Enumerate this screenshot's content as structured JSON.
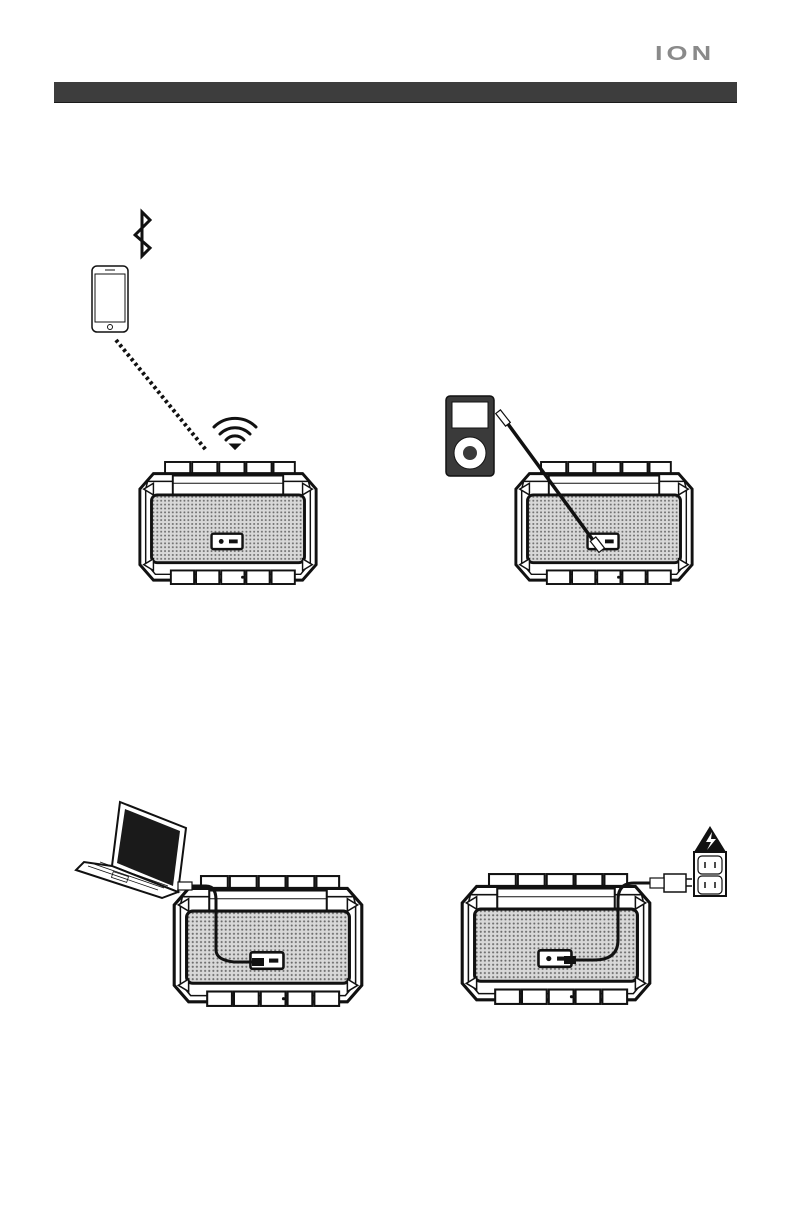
{
  "header": {
    "logo_text": "ION"
  },
  "diagrams": [
    {
      "id": "bluetooth-pairing",
      "devices": [
        "bluetooth-icon",
        "smartphone",
        "wireless-signal-icon",
        "speaker"
      ]
    },
    {
      "id": "aux-input",
      "devices": [
        "media-player",
        "audio-cable",
        "speaker"
      ]
    },
    {
      "id": "usb-connection",
      "devices": [
        "laptop",
        "usb-cable",
        "speaker"
      ]
    },
    {
      "id": "power-charging",
      "devices": [
        "warning-icon",
        "wall-outlet",
        "power-adapter",
        "speaker"
      ]
    }
  ],
  "colors": {
    "header_bar": "#3d3d3d",
    "line_art": "#111111",
    "grille": "#9a9a9a"
  }
}
